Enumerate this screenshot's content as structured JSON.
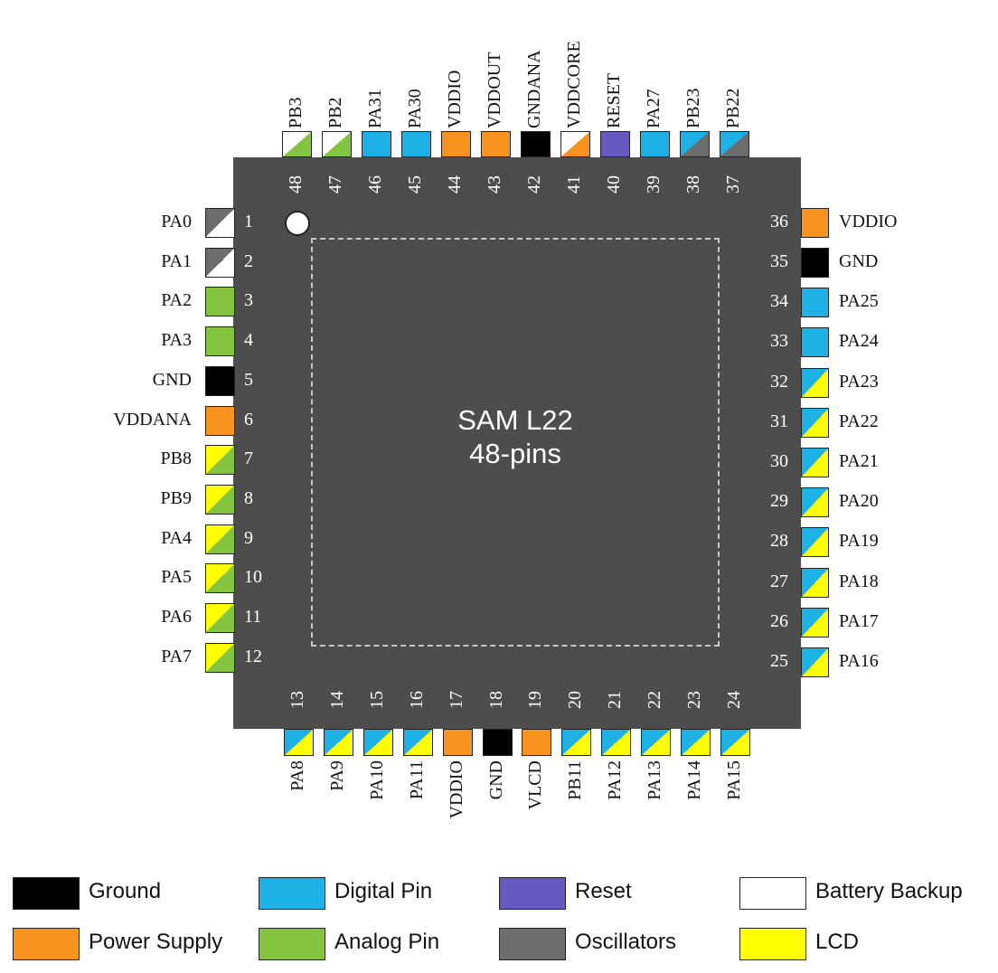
{
  "chip": {
    "title_line1": "SAM L22",
    "title_line2": "48-pins"
  },
  "colors": {
    "ground": "#000000",
    "power": "#f7931e",
    "digital": "#1eb1e6",
    "analog": "#84c441",
    "reset": "#6659bf",
    "oscillator": "#6d6d6d",
    "battery": "#ffffff",
    "lcd": "#ffff00"
  },
  "pins": [
    {
      "num": "1",
      "name": "PA0",
      "types": [
        "battery",
        "oscillator"
      ]
    },
    {
      "num": "2",
      "name": "PA1",
      "types": [
        "battery",
        "oscillator"
      ]
    },
    {
      "num": "3",
      "name": "PA2",
      "types": [
        "analog"
      ]
    },
    {
      "num": "4",
      "name": "PA3",
      "types": [
        "analog"
      ]
    },
    {
      "num": "5",
      "name": "GND",
      "types": [
        "ground"
      ]
    },
    {
      "num": "6",
      "name": "VDDANA",
      "types": [
        "power"
      ]
    },
    {
      "num": "7",
      "name": "PB8",
      "types": [
        "analog",
        "lcd"
      ]
    },
    {
      "num": "8",
      "name": "PB9",
      "types": [
        "analog",
        "lcd"
      ]
    },
    {
      "num": "9",
      "name": "PA4",
      "types": [
        "analog",
        "lcd"
      ]
    },
    {
      "num": "10",
      "name": "PA5",
      "types": [
        "analog",
        "lcd"
      ]
    },
    {
      "num": "11",
      "name": "PA6",
      "types": [
        "analog",
        "lcd"
      ]
    },
    {
      "num": "12",
      "name": "PA7",
      "types": [
        "analog",
        "lcd"
      ]
    },
    {
      "num": "13",
      "name": "PA8",
      "types": [
        "digital",
        "lcd"
      ]
    },
    {
      "num": "14",
      "name": "PA9",
      "types": [
        "digital",
        "lcd"
      ]
    },
    {
      "num": "15",
      "name": "PA10",
      "types": [
        "digital",
        "lcd"
      ]
    },
    {
      "num": "16",
      "name": "PA11",
      "types": [
        "digital",
        "lcd"
      ]
    },
    {
      "num": "17",
      "name": "VDDIO",
      "types": [
        "power"
      ]
    },
    {
      "num": "18",
      "name": "GND",
      "types": [
        "ground"
      ]
    },
    {
      "num": "19",
      "name": "VLCD",
      "types": [
        "power"
      ]
    },
    {
      "num": "20",
      "name": "PB11",
      "types": [
        "digital",
        "lcd"
      ]
    },
    {
      "num": "21",
      "name": "PA12",
      "types": [
        "digital",
        "lcd"
      ]
    },
    {
      "num": "22",
      "name": "PA13",
      "types": [
        "digital",
        "lcd"
      ]
    },
    {
      "num": "23",
      "name": "PA14",
      "types": [
        "digital",
        "lcd"
      ]
    },
    {
      "num": "24",
      "name": "PA15",
      "types": [
        "digital",
        "lcd"
      ]
    },
    {
      "num": "25",
      "name": "PA16",
      "types": [
        "digital",
        "lcd"
      ]
    },
    {
      "num": "26",
      "name": "PA17",
      "types": [
        "digital",
        "lcd"
      ]
    },
    {
      "num": "27",
      "name": "PA18",
      "types": [
        "digital",
        "lcd"
      ]
    },
    {
      "num": "28",
      "name": "PA19",
      "types": [
        "digital",
        "lcd"
      ]
    },
    {
      "num": "29",
      "name": "PA20",
      "types": [
        "digital",
        "lcd"
      ]
    },
    {
      "num": "30",
      "name": "PA21",
      "types": [
        "digital",
        "lcd"
      ]
    },
    {
      "num": "31",
      "name": "PA22",
      "types": [
        "digital",
        "lcd"
      ]
    },
    {
      "num": "32",
      "name": "PA23",
      "types": [
        "digital",
        "lcd"
      ]
    },
    {
      "num": "33",
      "name": "PA24",
      "types": [
        "digital"
      ]
    },
    {
      "num": "34",
      "name": "PA25",
      "types": [
        "digital"
      ]
    },
    {
      "num": "35",
      "name": "GND",
      "types": [
        "ground"
      ]
    },
    {
      "num": "36",
      "name": "VDDIO",
      "types": [
        "power"
      ]
    },
    {
      "num": "37",
      "name": "PB22",
      "types": [
        "digital",
        "oscillator"
      ]
    },
    {
      "num": "38",
      "name": "PB23",
      "types": [
        "digital",
        "oscillator"
      ]
    },
    {
      "num": "39",
      "name": "PA27",
      "types": [
        "digital"
      ]
    },
    {
      "num": "40",
      "name": "RESET",
      "types": [
        "reset"
      ]
    },
    {
      "num": "41",
      "name": "VDDCORE",
      "types": [
        "battery",
        "power"
      ]
    },
    {
      "num": "42",
      "name": "GNDANA",
      "types": [
        "ground"
      ]
    },
    {
      "num": "43",
      "name": "VDDOUT",
      "types": [
        "power"
      ]
    },
    {
      "num": "44",
      "name": "VDDIO",
      "types": [
        "power"
      ]
    },
    {
      "num": "45",
      "name": "PA30",
      "types": [
        "digital"
      ]
    },
    {
      "num": "46",
      "name": "PA31",
      "types": [
        "digital"
      ]
    },
    {
      "num": "47",
      "name": "PB2",
      "types": [
        "battery",
        "analog"
      ]
    },
    {
      "num": "48",
      "name": "PB3",
      "types": [
        "battery",
        "analog"
      ]
    }
  ],
  "legend": [
    {
      "key": "ground",
      "label": "Ground"
    },
    {
      "key": "power",
      "label": "Power Supply"
    },
    {
      "key": "digital",
      "label": "Digital Pin"
    },
    {
      "key": "analog",
      "label": "Analog Pin"
    },
    {
      "key": "reset",
      "label": "Reset"
    },
    {
      "key": "oscillator",
      "label": "Oscillators"
    },
    {
      "key": "battery",
      "label": "Battery Backup"
    },
    {
      "key": "lcd",
      "label": "LCD"
    }
  ]
}
